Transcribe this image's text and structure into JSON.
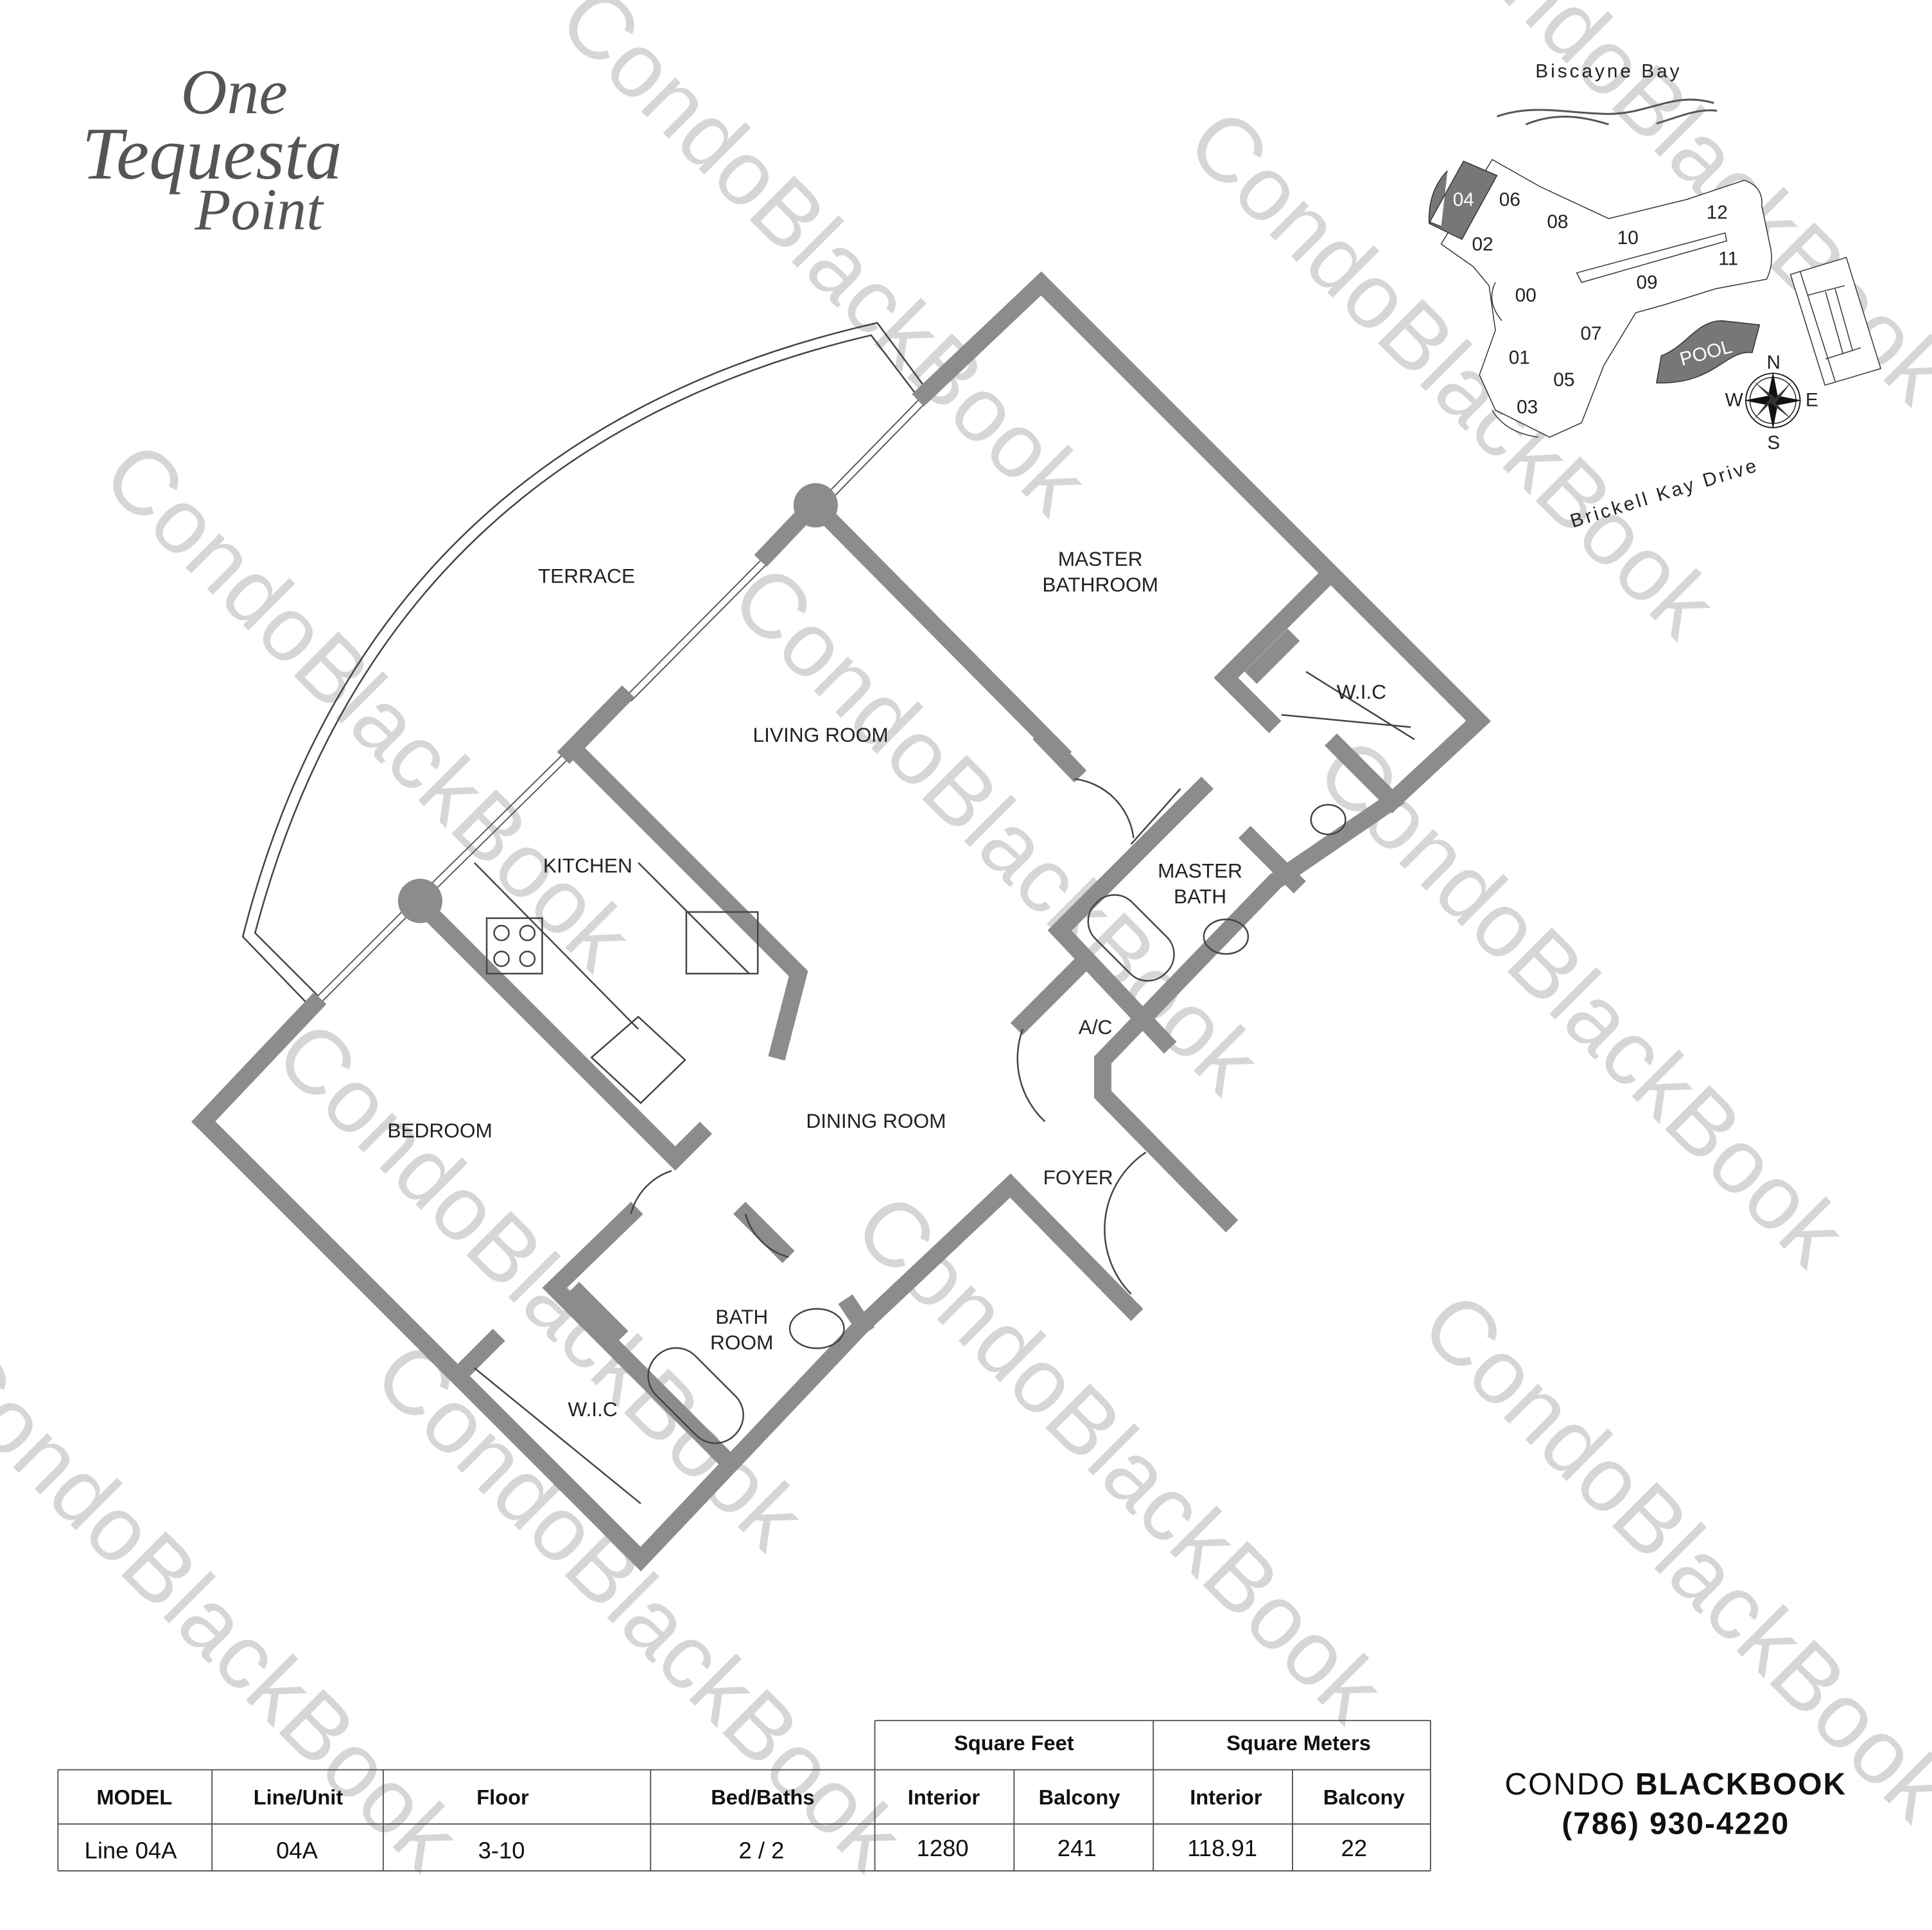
{
  "logo": {
    "line1": "One",
    "line2": "Tequesta",
    "line3": "Point"
  },
  "key_plan": {
    "water_label": "Biscayne Bay",
    "street_label": "Brickell Kay Drive",
    "pool_label": "POOL",
    "compass": {
      "n": "N",
      "s": "S",
      "e": "E",
      "w": "W"
    },
    "highlighted_unit": "04",
    "highlight_color": "#777777",
    "units": [
      "04",
      "06",
      "08",
      "10",
      "12",
      "02",
      "00",
      "11",
      "09",
      "07",
      "01",
      "05",
      "03"
    ]
  },
  "rooms": {
    "terrace": "TERRACE",
    "master_bedroom_1": "MASTER",
    "master_bedroom_2": "BATHROOM",
    "wic_master": "W.I.C",
    "living": "LIVING ROOM",
    "kitchen": "KITCHEN",
    "master_bath_1": "MASTER",
    "master_bath_2": "BATH",
    "ac": "A/C",
    "dining": "DINING ROOM",
    "bedroom": "BEDROOM",
    "foyer": "FOYER",
    "bath_1": "BATH",
    "bath_2": "ROOM",
    "wic_bedroom": "W.I.C"
  },
  "table": {
    "group_headers": [
      "Square Feet",
      "Square Meters"
    ],
    "headers": [
      "MODEL",
      "Line/Unit",
      "Floor",
      "Bed/Baths",
      "Interior",
      "Balcony",
      "Interior",
      "Balcony"
    ],
    "row": [
      "Line 04A",
      "04A",
      "3-10",
      "2 / 2",
      "1280",
      "241",
      "118.91",
      "22"
    ]
  },
  "brand": {
    "name_light": "CONDO",
    "name_bold": "BLACKBOOK",
    "phone": "(786) 930-4220"
  },
  "watermark": "CondoBlackBook",
  "colors": {
    "wall": "#8c8c8c",
    "watermark": "#cfcfcf"
  }
}
